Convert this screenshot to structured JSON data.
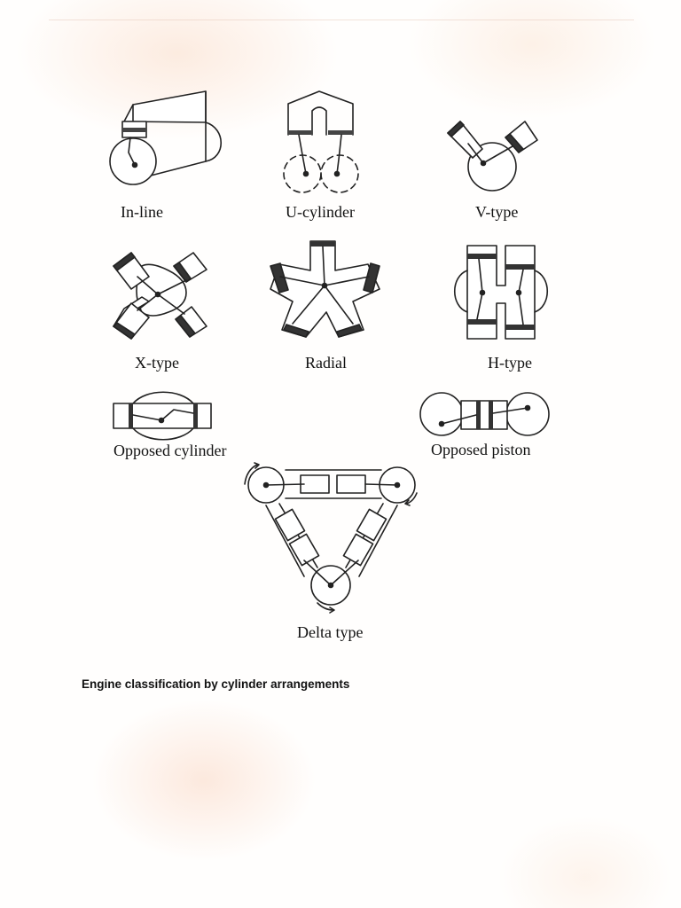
{
  "labels": {
    "inline": "In-line",
    "ucyl": "U-cylinder",
    "vtype": "V-type",
    "xtype": "X-type",
    "radial": "Radial",
    "htype": "H-type",
    "opp_cyl": "Opposed cylinder",
    "opp_piston": "Opposed piston",
    "delta": "Delta type"
  },
  "caption": "Engine classification by cylinder arrangements"
}
